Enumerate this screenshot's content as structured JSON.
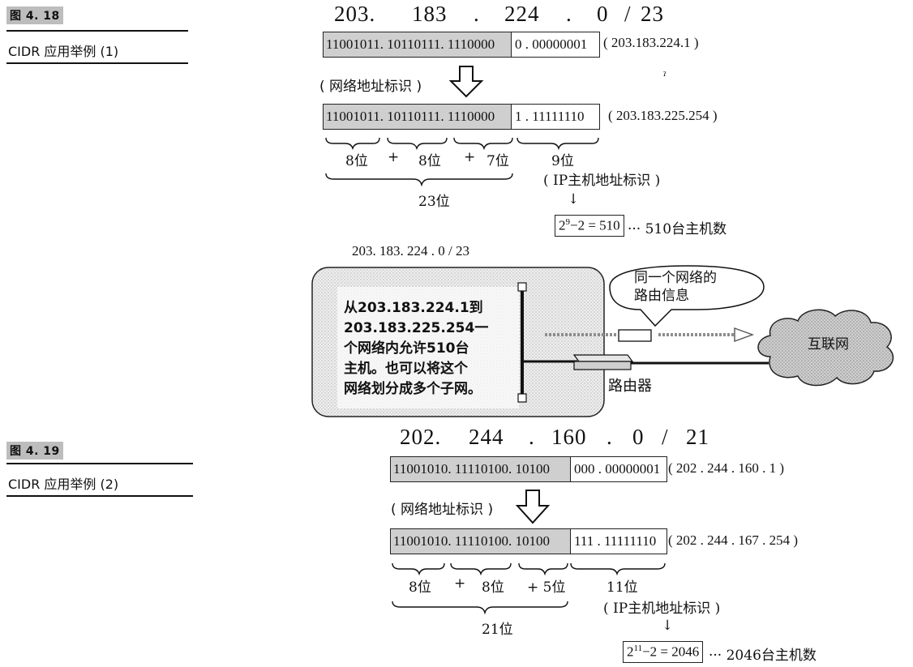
{
  "fig1": {
    "tag": "图 4. 18",
    "caption": "CIDR 应用举例 (1)",
    "prefix": {
      "a": "203.",
      "b": "183",
      "dot1": ".",
      "c": "224",
      "dot2": ".",
      "d": "0",
      "slash": "/",
      "len": "23"
    },
    "first": {
      "net": "11001011. 10110111. 1110000",
      "host": "0 . 00000001",
      "dec": "( 203.183.224.1 )"
    },
    "label_network_id": "( 网络地址标识 )",
    "last": {
      "net": "11001011. 10110111. 1110000",
      "host": "1 . 11111110",
      "dec": "( 203.183.225.254 )"
    },
    "bits": {
      "b1": "8位",
      "plus1": "+",
      "b2": "8位",
      "plus2": "+",
      "b3": "7位",
      "host": "9位",
      "total": "23位"
    },
    "host_id_label": "( IP主机地址标识 )",
    "arrow": "↓",
    "formula_base": "2",
    "formula_exp": "9",
    "formula_rest": "−2 = 510",
    "formula_note": "··· 510台主机数"
  },
  "network": {
    "title": "203. 183. 224 . 0 / 23",
    "box_text": [
      "从203.183.224.1到",
      "203.183.225.254一",
      "个网络内允许510台",
      "主机。也可以将这个",
      "网络划分成多个子网。"
    ],
    "bubble": [
      "同一个网络的",
      "路由信息"
    ],
    "router_label": "路由器",
    "internet_label": "互联网"
  },
  "fig2": {
    "tag": "图 4. 19",
    "caption": "CIDR 应用举例 (2)",
    "prefix": {
      "a": "202.",
      "b": "244",
      "dot1": ".",
      "c": "160",
      "dot2": ".",
      "d": "0",
      "slash": "/",
      "len": "21"
    },
    "first": {
      "net": "11001010. 11110100. 10100",
      "host": "000 . 00000001",
      "dec": "( 202 . 244 . 160 . 1 )"
    },
    "label_network_id": "( 网络地址标识 )",
    "last": {
      "net": "11001010. 11110100. 10100",
      "host": "111 . 11111110",
      "dec": "( 202 . 244 . 167 . 254 )"
    },
    "bits": {
      "b1": "8位",
      "plus1": "+",
      "b2": "8位",
      "plus2": "+ 5位",
      "host": "11位",
      "total": "21位"
    },
    "host_id_label": "( IP主机地址标识 )",
    "arrow": "↓",
    "formula_base": "2",
    "formula_exp": "11",
    "formula_rest": "−2 = 2046",
    "formula_note": "··· 2046台主机数"
  }
}
